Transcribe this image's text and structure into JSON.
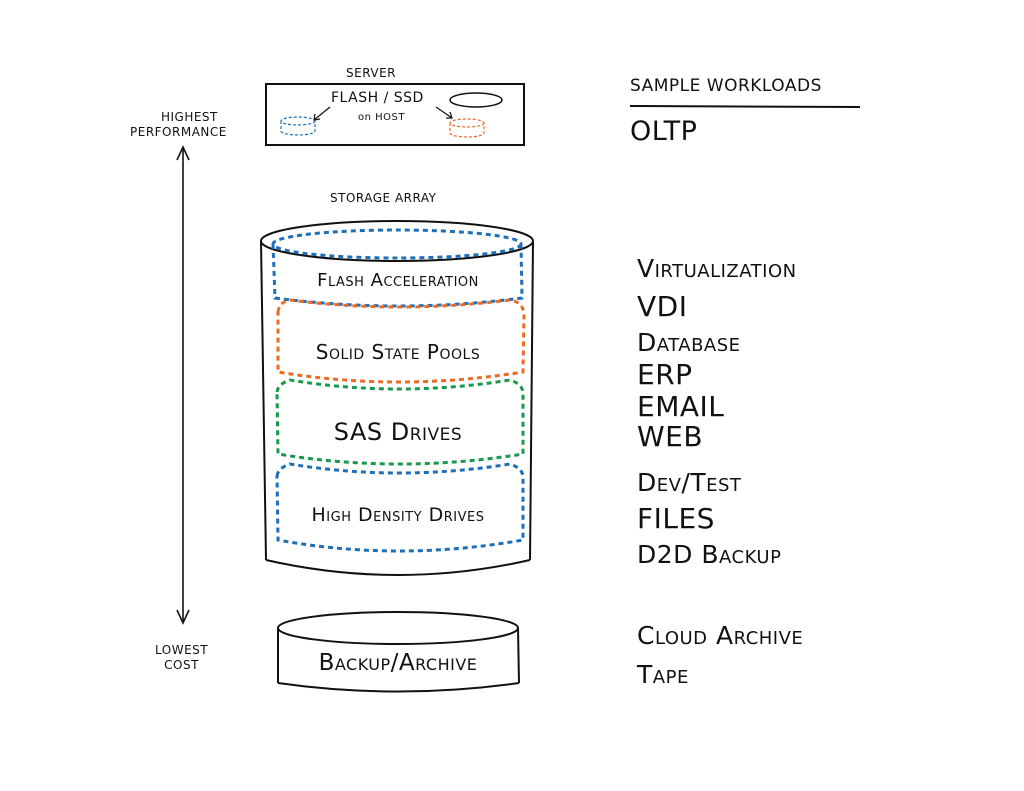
{
  "axis": {
    "top_label_line1": "HIGHEST",
    "top_label_line2": "PERFORMANCE",
    "bottom_label_line1": "LOWEST",
    "bottom_label_line2": "COST"
  },
  "server": {
    "title": "SERVER",
    "flash_label": "FLASH / SSD",
    "host_label": "on HOST"
  },
  "array": {
    "title": "STORAGE ARRAY",
    "tiers": [
      {
        "label": "Flash Acceleration",
        "color": "#1f6fb8"
      },
      {
        "label": "Solid State Pools",
        "color": "#ec6a23"
      },
      {
        "label": "SAS Drives",
        "color": "#17984a"
      },
      {
        "label": "High Density Drives",
        "color": "#1f6fb8"
      }
    ]
  },
  "backup": {
    "label": "Backup/Archive"
  },
  "workloads": {
    "title": "SAMPLE WORKLOADS",
    "server_items": [
      "OLTP"
    ],
    "array_items": [
      "Virtualization",
      "VDI",
      "Database",
      "ERP",
      "EMAIL",
      "WEB",
      "Dev/Test",
      "FILES",
      "D2D Backup"
    ],
    "archive_items": [
      "Cloud Archive",
      "Tape"
    ]
  },
  "colors": {
    "ink": "#111111",
    "blue": "#1f6fb8",
    "orange": "#ec6a23",
    "green": "#17984a"
  }
}
